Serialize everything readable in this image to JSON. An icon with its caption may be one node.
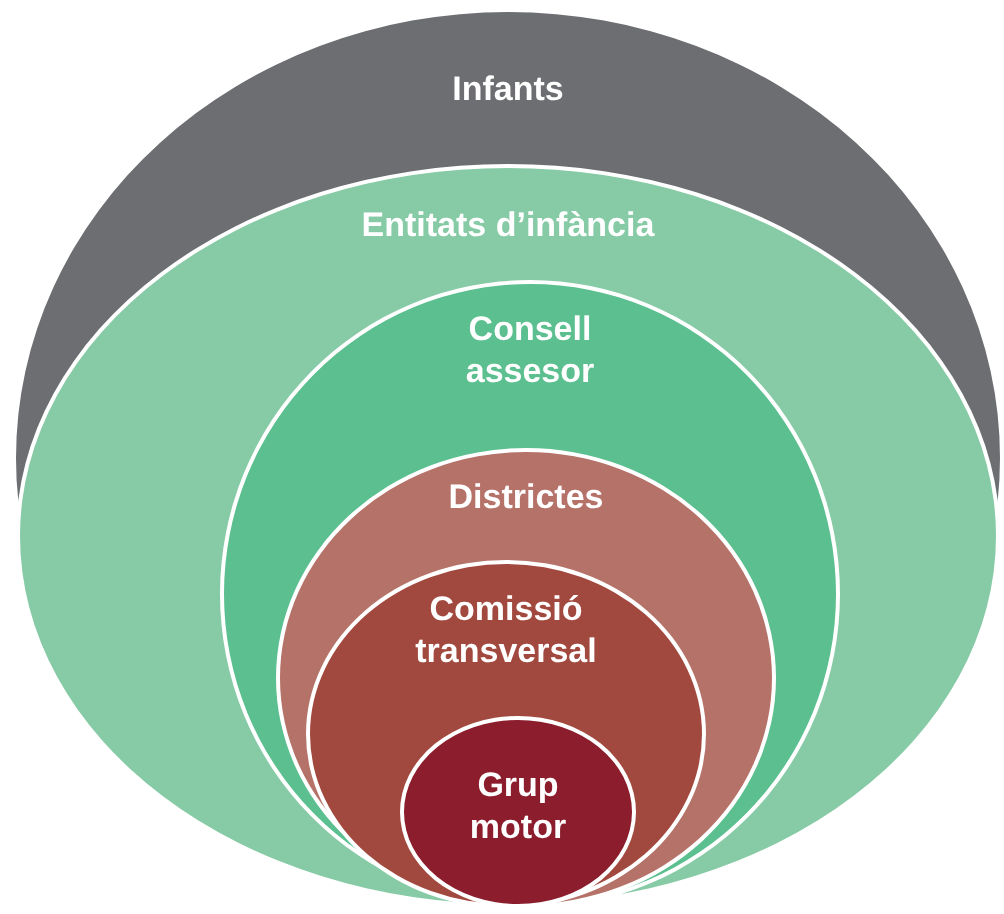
{
  "diagram": {
    "nodes": [
      {
        "text": [
          "Infants"
        ]
      },
      {
        "text": [
          "Entitats d’infància"
        ],
        "in": 0
      },
      {
        "text": [
          "Consell assesor"
        ],
        "in": 1
      },
      {
        "text": [
          "Districtes"
        ],
        "in": 2
      },
      {
        "text": [
          "Comissió transversal"
        ],
        "in": 3
      },
      {
        "text": [
          "Grup motor"
        ],
        "in": 4
      }
    ]
  }
}
